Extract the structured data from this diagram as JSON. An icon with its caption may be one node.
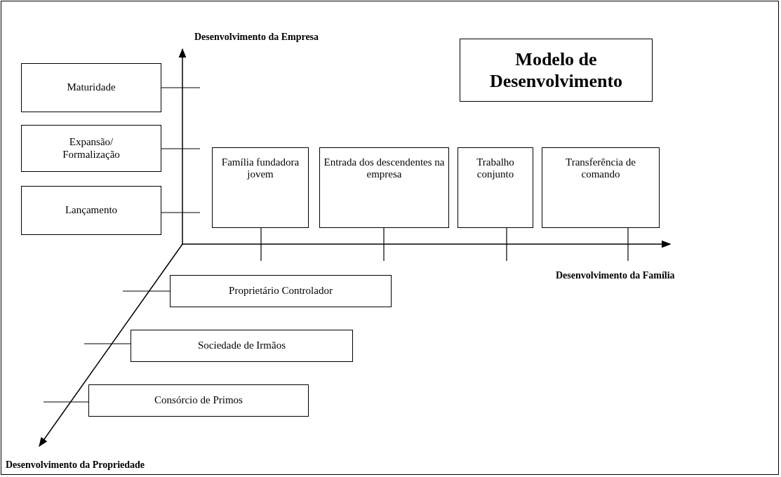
{
  "diagram": {
    "nodes": [
      {
        "text": [
          "Modelo de Desenvolvimento"
        ]
      },
      {
        "text": [
          "Maturidade"
        ]
      },
      {
        "text": [
          "Expansão/ Formalização"
        ]
      },
      {
        "text": [
          "Lançamento"
        ]
      },
      {
        "text": [
          "Família fundadora jovem"
        ]
      },
      {
        "text": [
          "Entrada dos descendentes na empresa"
        ]
      },
      {
        "text": [
          "Trabalho conjunto"
        ]
      },
      {
        "text": [
          "Transferência de comando"
        ]
      },
      {
        "text": [
          "Proprietário Controlador"
        ]
      },
      {
        "text": [
          "Sociedade de Irmãos"
        ]
      },
      {
        "text": [
          "Consórcio de Primos"
        ]
      }
    ],
    "labels": [
      "Desenvolvimento da Empresa",
      "Desenvolvimento da Família",
      "Desenvolvimento da Propriedade"
    ]
  }
}
